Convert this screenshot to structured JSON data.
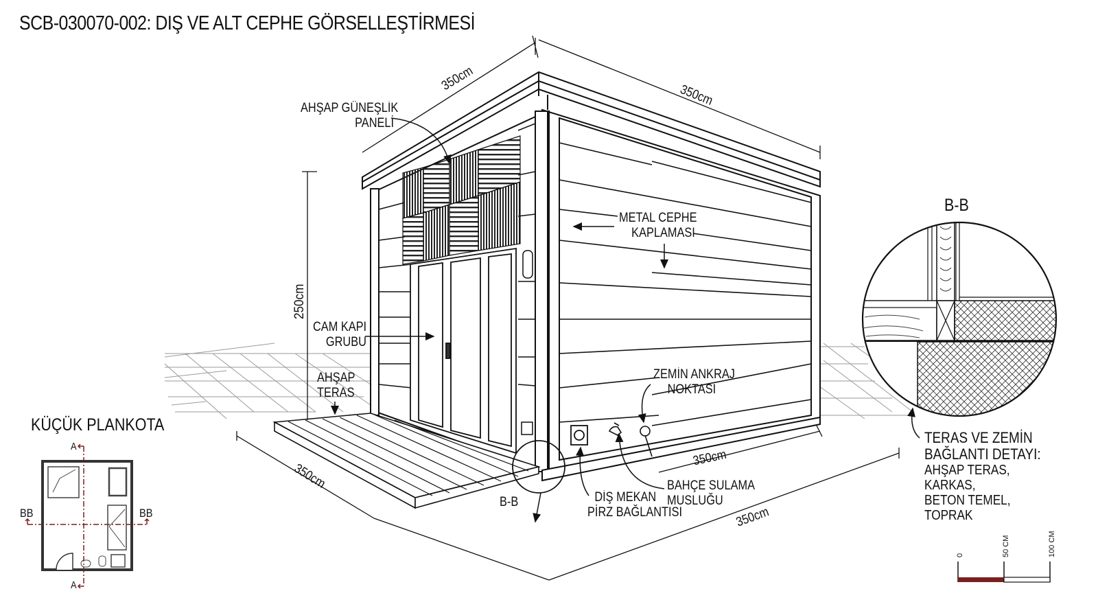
{
  "title": "SCB-030070-002: DIŞ VE ALT CEPHE GÖRSELLEŞTİRMESİ",
  "dimensions": {
    "roof_left": "350cm",
    "roof_right": "350cm",
    "height": "250cm",
    "terrace_depth": "350cm",
    "base_front": "350cm",
    "base_side": "350cm"
  },
  "callouts": {
    "sunshade": [
      "AHŞAP GÜNEŞLİK",
      "PANELİ"
    ],
    "cladding": [
      "METAL CEPHE",
      "KAPLAMASI"
    ],
    "door": [
      "CAM KAPI",
      "GRUBU"
    ],
    "terrace": [
      "AHŞAP",
      "TERAS"
    ],
    "anchor": [
      "ZEMİN ANKRAJ",
      "NOKTASI"
    ],
    "tap": [
      "BAHÇE SULAMA",
      "MUSLUĞU"
    ],
    "socket": [
      "DİŞ MEKAN",
      "PİRZ BAĞLANTISI"
    ],
    "section_marker": "B-B"
  },
  "detail": {
    "title": "B-B",
    "caption_bold": [
      "TERAS VE ZEMİN",
      "BAĞLANTI DETAYI:"
    ],
    "caption_items": [
      "AHŞAP TERAS,",
      "KARKAS,",
      "BETON TEMEL,",
      "TOPRAK"
    ]
  },
  "plan": {
    "title": "KÜÇÜK PLANKOTA",
    "section_a_top": "A",
    "section_a_bottom": "A",
    "section_bb_left": "BB",
    "section_bb_right": "BB"
  },
  "scale_bar": {
    "ticks": [
      "0",
      "50 CM",
      "100 CM"
    ],
    "fill_color": "#7a1f1f"
  },
  "colors": {
    "line": "#111111",
    "section_line": "#7a1f1f",
    "grid": "#999999"
  }
}
